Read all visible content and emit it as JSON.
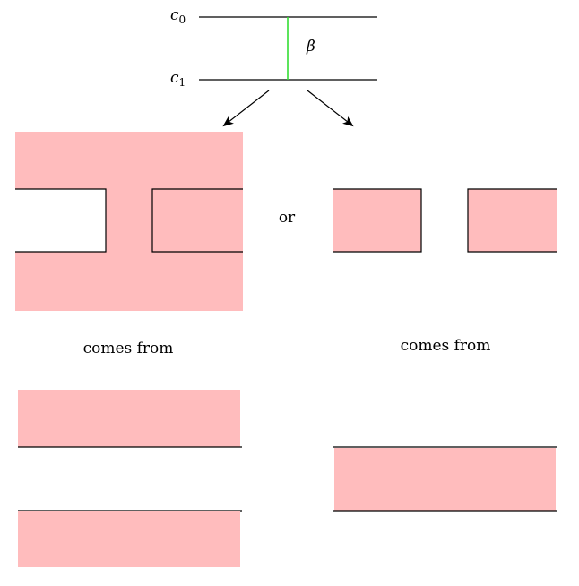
{
  "top": {
    "c0_base": "c",
    "c0_sub": "0",
    "c1_base": "c",
    "c1_sub": "1",
    "beta": "β"
  },
  "middle": {
    "or": "or"
  },
  "left": {
    "comes_from": "comes from"
  },
  "right": {
    "comes_from": "comes from"
  },
  "colors": {
    "fill": "#ffbcbd",
    "chord": "#33dd33",
    "line": "#000000"
  }
}
